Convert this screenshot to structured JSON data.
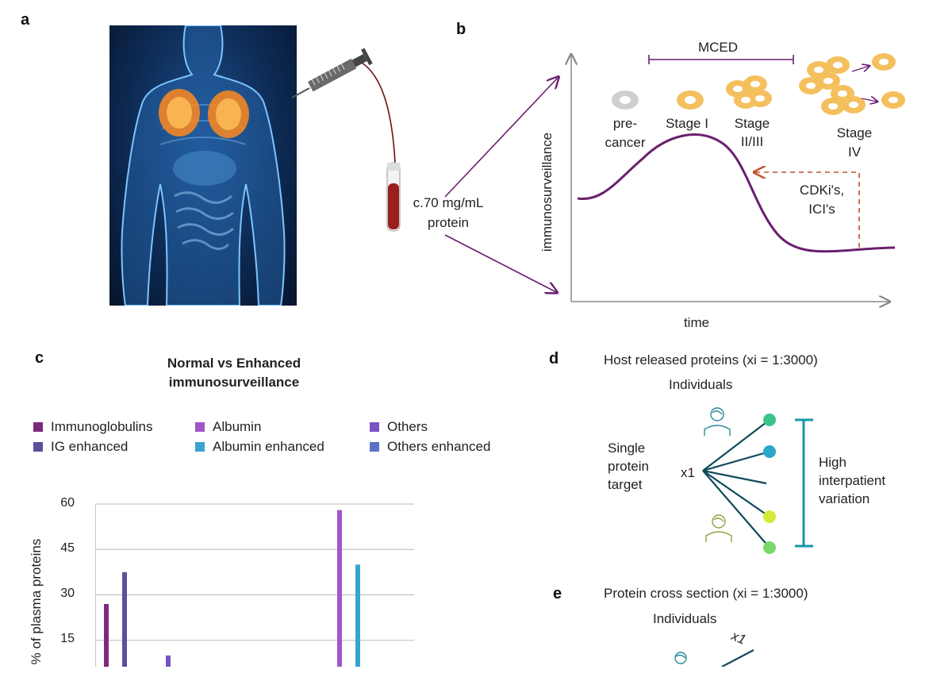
{
  "panel_a": {
    "letter": "a",
    "tube_label_line1": "c.70 mg/mL",
    "tube_label_line2": "protein"
  },
  "panel_b": {
    "letter": "b",
    "mced_label": "MCED",
    "y_axis_label": "immunosurveillance",
    "x_axis_label": "time",
    "stages": {
      "precancer_line1": "pre-",
      "precancer_line2": "cancer",
      "stage1": "Stage I",
      "stage23_line1": "Stage",
      "stage23_line2": "II/III",
      "stage4_line1": "Stage",
      "stage4_line2": "IV"
    },
    "treatment_line1": "CDKi's,",
    "treatment_line2": "ICI's",
    "colors": {
      "curve": "#6b1f6e",
      "cell": "#f4c05e",
      "precancer_cell": "#cfcfcf",
      "dashed": "#c0502a"
    }
  },
  "panel_c": {
    "letter": "c",
    "chart_data": {
      "type": "bar",
      "title_line1": "Normal vs Enhanced",
      "title_line2": "immunosurveillance",
      "ylabel": "% of plasma proteins",
      "yticks": [
        "60",
        "45",
        "30",
        "15"
      ],
      "ylim": [
        0,
        60
      ],
      "legend": [
        {
          "name": "Immunoglobulins",
          "color": "#7b2a7e"
        },
        {
          "name": "Albumin",
          "color": "#a057c8"
        },
        {
          "name": "Others",
          "color": "#7a52c4"
        },
        {
          "name": "IG enhanced",
          "color": "#5f4f9a"
        },
        {
          "name": "Albumin enhanced",
          "color": "#3aa3d0"
        },
        {
          "name": "Others enhanced",
          "color": "#5a70c8"
        }
      ],
      "series": [
        {
          "name": "Immunoglobulins",
          "values": [
            27
          ]
        },
        {
          "name": "IG enhanced",
          "values": [
            37.5
          ]
        },
        {
          "name": "Others",
          "values": [
            10
          ]
        },
        {
          "name": "Albumin",
          "values": [
            58
          ]
        },
        {
          "name": "Albumin enhanced",
          "values": [
            40
          ]
        }
      ]
    }
  },
  "panel_d": {
    "letter": "d",
    "title": "Host released proteins (xi = 1:3000)",
    "individuals": "Individuals",
    "single_line1": "Single",
    "single_line2": "protein",
    "single_line3": "target",
    "x1": "x1",
    "variation_line1": "High",
    "variation_line2": "interpatient",
    "variation_line3": "variation",
    "colors": {
      "line": "#0f4a5a",
      "bracket": "#1597a8"
    }
  },
  "panel_e": {
    "letter": "e",
    "title": "Protein cross section (xi = 1:3000)",
    "individuals": "Individuals",
    "x1": "x1"
  }
}
